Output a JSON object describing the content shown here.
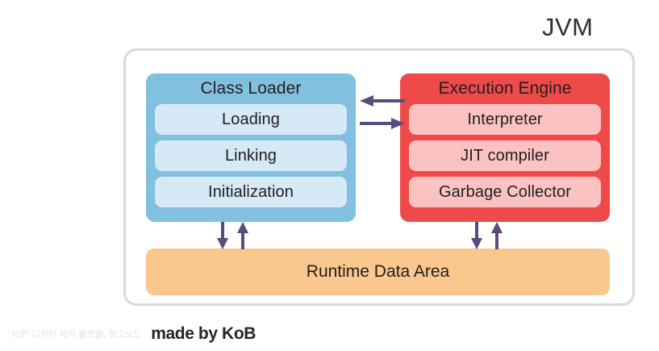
{
  "diagram": {
    "title": "JVM",
    "container_name": "jvm-container",
    "colors": {
      "class_loader": "#82c0e0",
      "class_loader_item": "#d6e9f7",
      "execution_engine": "#ef4a4a",
      "execution_engine_item": "#fbc2c2",
      "runtime_data_area": "#fac78e",
      "arrow": "#5b4a7e",
      "container_border": "#d9d9d9",
      "text": "#1f1f1f"
    },
    "groups": [
      {
        "id": "class-loader",
        "title": "Class Loader",
        "items": [
          {
            "label": "Loading"
          },
          {
            "label": "Linking"
          },
          {
            "label": "Initialization"
          }
        ]
      },
      {
        "id": "execution-engine",
        "title": "Execution Engine",
        "items": [
          {
            "label": "Interpreter"
          },
          {
            "label": "JIT compiler"
          },
          {
            "label": "Garbage Collector"
          }
        ]
      }
    ],
    "runtime_data_area": {
      "label": "Runtime Data Area"
    },
    "arrows": [
      {
        "id": "arrow-engine-to-loader",
        "direction": "left",
        "from": "Execution Engine",
        "to": "Class Loader"
      },
      {
        "id": "arrow-loader-to-engine",
        "direction": "right",
        "from": "Class Loader",
        "to": "Execution Engine"
      },
      {
        "id": "arrow-loader-down",
        "direction": "down",
        "from": "Class Loader",
        "to": "Runtime Data Area"
      },
      {
        "id": "arrow-loader-up",
        "direction": "up",
        "from": "Runtime Data Area",
        "to": "Class Loader"
      },
      {
        "id": "arrow-engine-down",
        "direction": "down",
        "from": "Execution Engine",
        "to": "Runtime Data Area"
      },
      {
        "id": "arrow-engine-up",
        "direction": "up",
        "from": "Runtime Data Area",
        "to": "Execution Engine"
      }
    ]
  },
  "footer": {
    "watermark": "'쉬운' 디자인 제작 플랫폼, 망고보드",
    "made_by": "made by KoB"
  }
}
